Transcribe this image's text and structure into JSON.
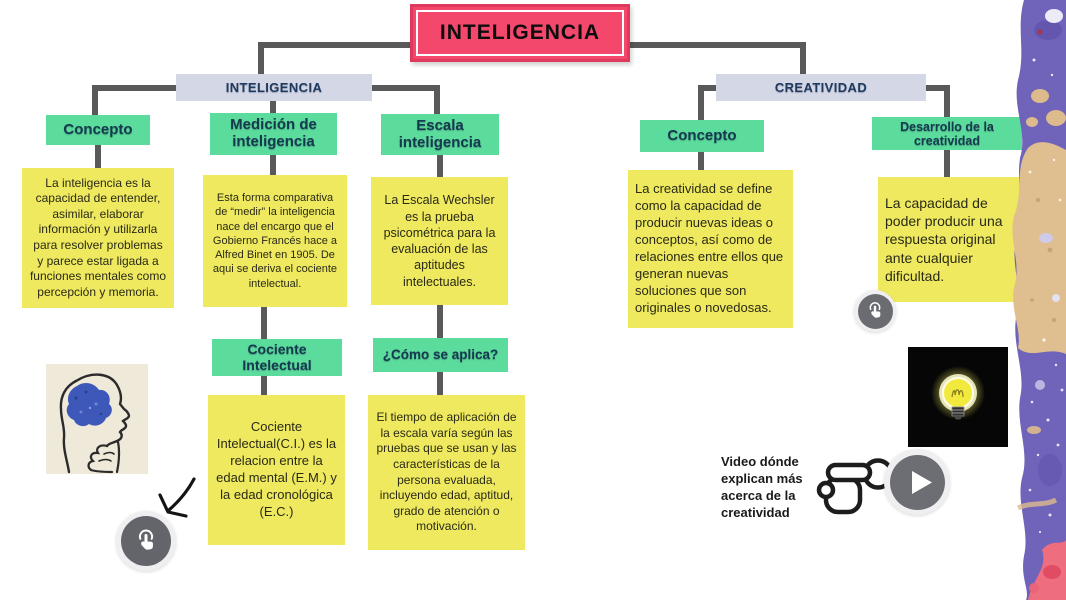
{
  "colors": {
    "accent_red": "#F3476C",
    "node_green": "#5CDC9C",
    "note_yellow": "#EFE95F",
    "branch_lavender": "#D4D7E5",
    "connector_gray": "#595959",
    "header_text": "#15394F",
    "texture_purple": "#6F63BA",
    "texture_tan": "#DFBE8F",
    "texture_pink": "#EE6E80"
  },
  "root": {
    "title": "INTELIGENCIA"
  },
  "left_branch": {
    "label": "INTELIGENCIA",
    "concepto": {
      "header": "Concepto",
      "note": "La inteligencia es la capacidad de entender, asimilar, elaborar información y utilizarla para resolver problemas y parece estar ligada a funciones mentales como percepción y memoria."
    },
    "medicion": {
      "header": "Medición de inteligencia",
      "note": "Esta forma comparativa de “medir” la inteligencia nace del encargo que el Gobierno Francés hace a Alfred Binet en 1905. De aqui se deriva el cociente intelectual.",
      "sub_header": "Cociente Intelectual",
      "sub_note": "Cociente Intelectual(C.I.) es la relacion entre la edad mental (E.M.) y la edad cronológica (E.C.)"
    },
    "escala": {
      "header": "Escala inteligencia",
      "note": "La Escala Wechsler es la prueba psicométrica para la evaluación de las aptitudes intelectuales.",
      "sub_header": "¿Cómo se aplica?",
      "sub_note": "El tiempo de aplicación de la escala varía según las pruebas que se usan y las características de la persona evaluada, incluyendo edad, aptitud, grado de atención o motivación."
    }
  },
  "right_branch": {
    "label": "CREATIVIDAD",
    "concepto": {
      "header": "Concepto",
      "note": "La creatividad se define como la capacidad de producir nuevas ideas o conceptos, así como de relaciones entre ellos que generan nuevas soluciones que son originales o novedosas."
    },
    "desarrollo": {
      "header": "Desarrollo de la creatividad",
      "note": "La capacidad de poder producir una respuesta original ante cualquier dificultad."
    }
  },
  "media": {
    "video_caption": "Video dónde explican más acerca de la creatividad"
  },
  "icons": {
    "tap_button_left": "tap-icon",
    "tap_button_right": "tap-icon",
    "play_button": "play-icon",
    "cursor_arrow": "arrow-cursor-icon",
    "hand_click": "hand-click-icon",
    "brain_image": "thinking-head-brain-illustration",
    "bulb_image": "glowing-lightbulb-illustration",
    "paint_texture": "purple-paint-texture"
  }
}
